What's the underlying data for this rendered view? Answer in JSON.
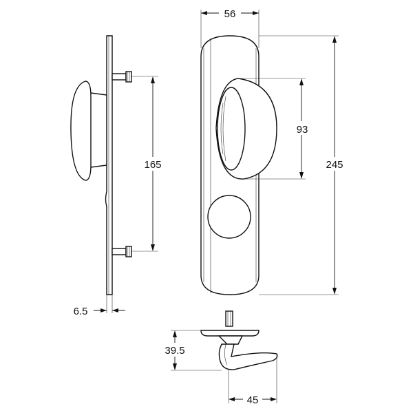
{
  "dimensions": {
    "plate_width": "56",
    "plate_height": "245",
    "handle_height": "93",
    "screw_spacing": "165",
    "plate_thickness": "6.5",
    "lever_height": "39.5",
    "lever_width": "45"
  }
}
